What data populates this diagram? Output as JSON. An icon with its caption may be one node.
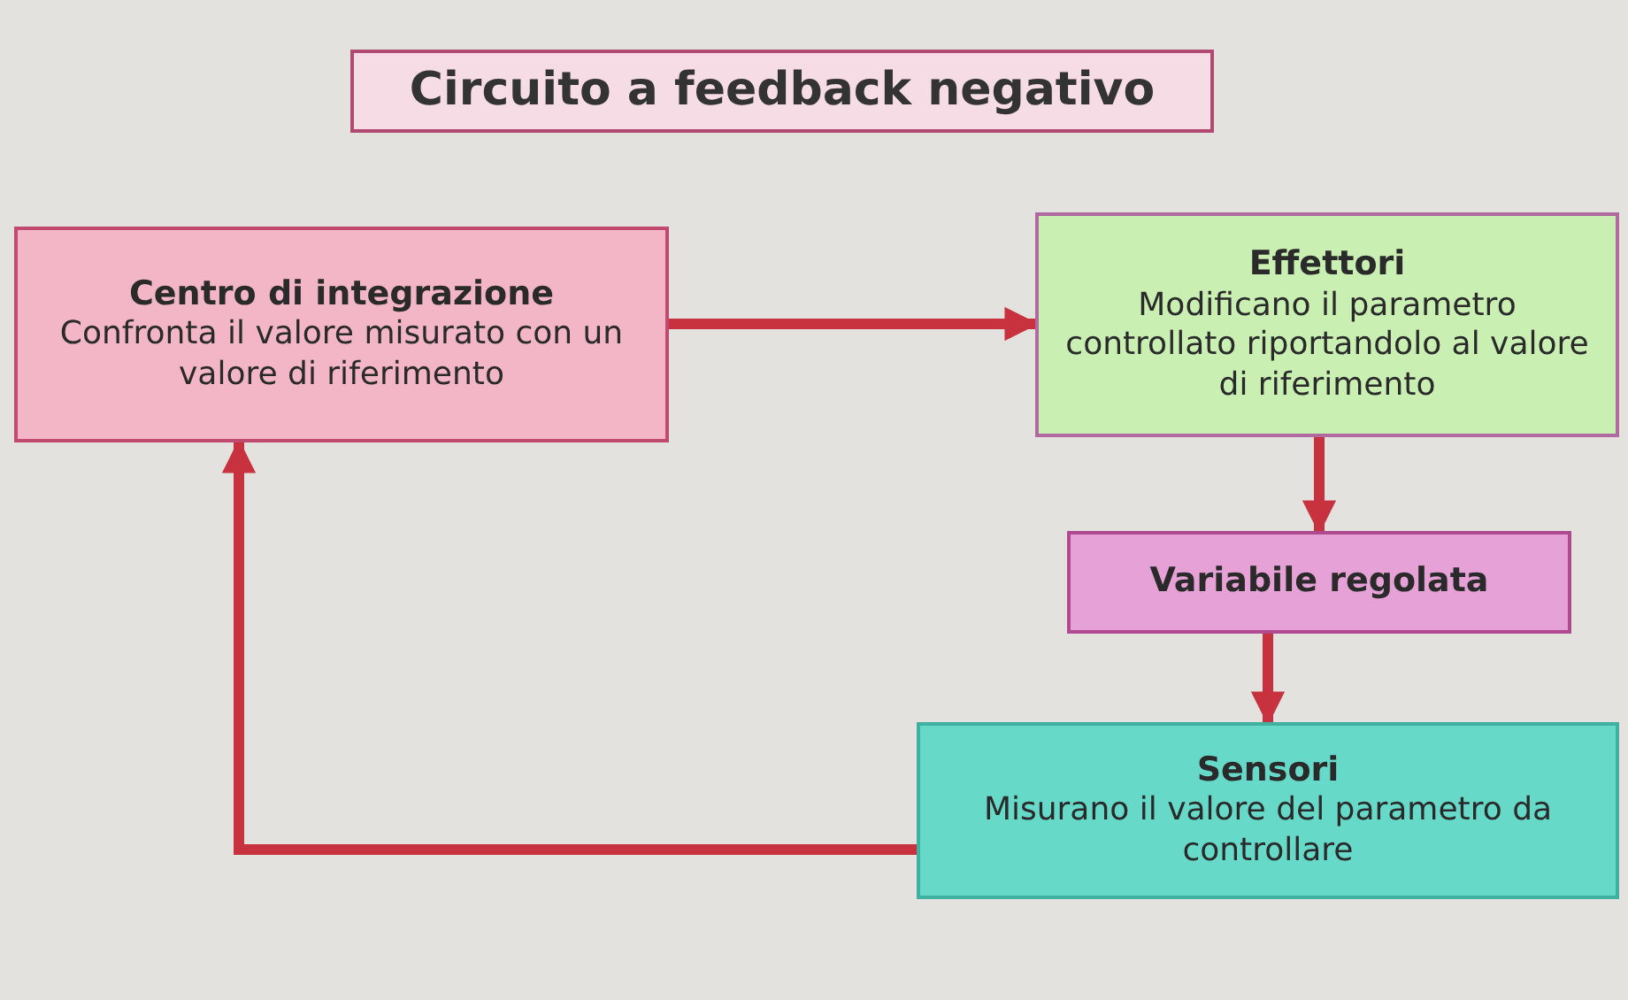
{
  "diagram": {
    "title": "Circuito a feedback negativo",
    "nodes": [
      {
        "text": [
          "Centro di integrazione",
          "Confronta il valore misurato con un valore di riferimento"
        ]
      },
      {
        "text": [
          "Effettori",
          "Modificano il parametro controllato riportandolo al valore di riferimento"
        ]
      },
      {
        "text": [
          "Variabile regolata"
        ]
      },
      {
        "text": [
          "Sensori",
          "Misurano il valore del parametro da controllare"
        ]
      }
    ],
    "edges": [
      {
        "from": 0,
        "to": 1,
        "arrow": "to"
      },
      {
        "from": 1,
        "to": 2,
        "arrow": "to"
      },
      {
        "from": 2,
        "to": 3,
        "arrow": "to"
      },
      {
        "from": 3,
        "to": 0,
        "arrow": "to"
      }
    ]
  }
}
